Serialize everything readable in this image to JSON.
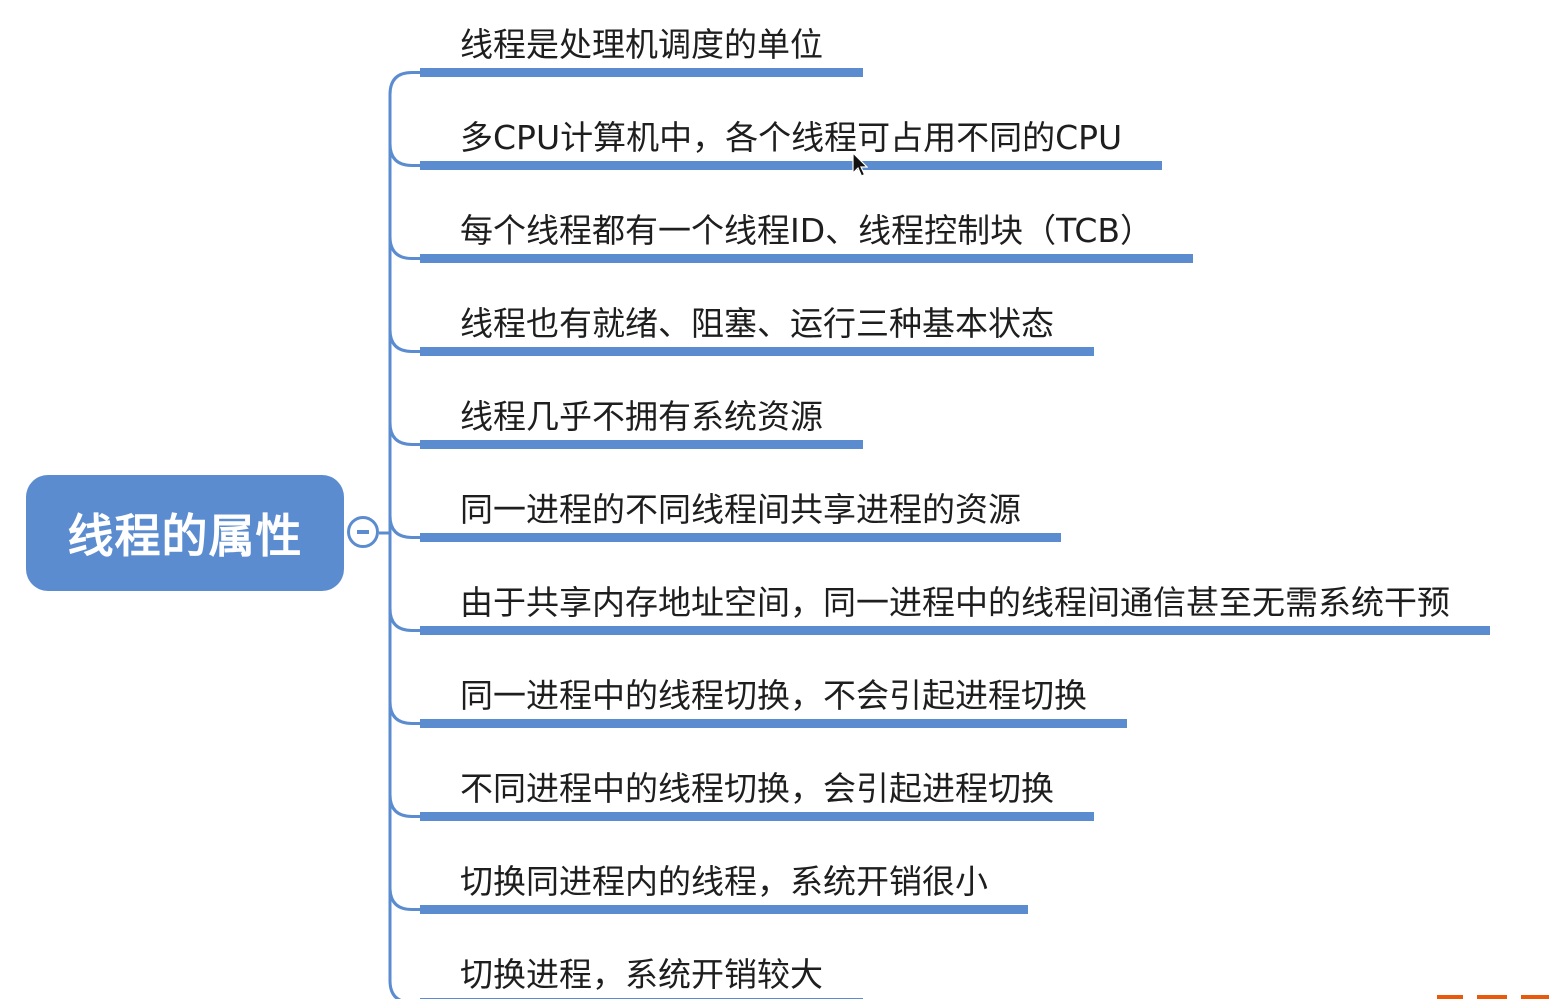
{
  "root": {
    "label": "线程的属性"
  },
  "collapse_toggle": {
    "icon": "minus-icon",
    "state": "expanded"
  },
  "branches": [
    "线程是处理机调度的单位",
    "多CPU计算机中，各个线程可占用不同的CPU",
    "每个线程都有一个线程ID、线程控制块（TCB）",
    "线程也有就绪、阻塞、运行三种基本状态",
    "线程几乎不拥有系统资源",
    "同一进程的不同线程间共享进程的资源",
    "由于共享内存地址空间，同一进程中的线程间通信甚至无需系统干预",
    "同一进程中的线程切换，不会引起进程切换",
    "不同进程中的线程切换，会引起进程切换",
    "切换同进程内的线程，系统开销很小",
    "切换进程，系统开销较大"
  ],
  "colors": {
    "accent": "#5b8cd0",
    "connector": "#5b8cd0",
    "text": "#1e1e1e",
    "root_text": "#ffffff",
    "watermark": "#e8590c"
  },
  "icons": {
    "cursor": "mouse-pointer-icon",
    "toggle": "minus-icon"
  }
}
